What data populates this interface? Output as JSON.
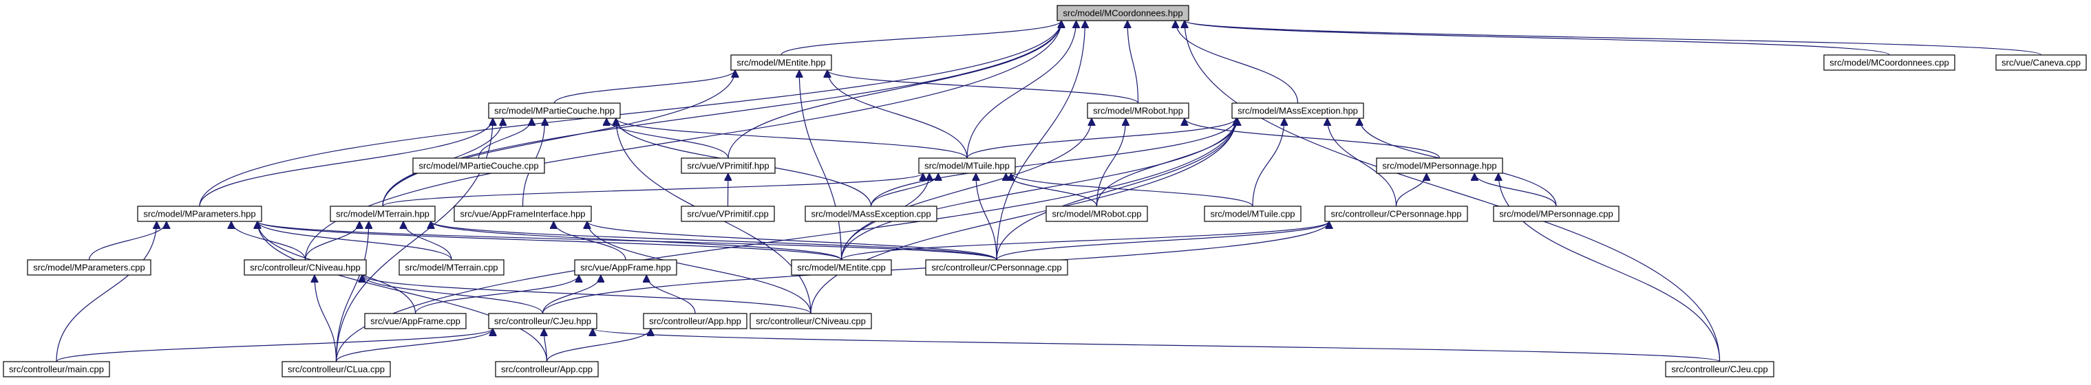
{
  "diagram": {
    "nodes": [
      {
        "id": "mcoord_hpp",
        "label": "src/model/MCoordonnees.hpp",
        "root": true
      },
      {
        "id": "mentite_hpp",
        "label": "src/model/MEntite.hpp"
      },
      {
        "id": "mcoord_cpp",
        "label": "src/model/MCoordonnees.cpp"
      },
      {
        "id": "caneva_cpp",
        "label": "src/vue/Caneva.cpp"
      },
      {
        "id": "mpartie_hpp",
        "label": "src/model/MPartieCouche.hpp"
      },
      {
        "id": "mrobot_hpp",
        "label": "src/model/MRobot.hpp"
      },
      {
        "id": "mass_hpp",
        "label": "src/model/MAssException.hpp"
      },
      {
        "id": "mpartie_cpp",
        "label": "src/model/MPartieCouche.cpp"
      },
      {
        "id": "vprim_hpp",
        "label": "src/vue/VPrimitif.hpp"
      },
      {
        "id": "mtuile_hpp",
        "label": "src/model/MTuile.hpp"
      },
      {
        "id": "mperso_hpp",
        "label": "src/model/MPersonnage.hpp"
      },
      {
        "id": "vprim_cpp",
        "label": "src/vue/VPrimitif.cpp"
      },
      {
        "id": "mparam_hpp",
        "label": "src/model/MParameters.hpp"
      },
      {
        "id": "mterrain_hpp",
        "label": "src/model/MTerrain.hpp"
      },
      {
        "id": "appfi_hpp",
        "label": "src/vue/AppFrameInterface.hpp"
      },
      {
        "id": "mass_cpp",
        "label": "src/model/MAssException.cpp"
      },
      {
        "id": "mrobot_cpp",
        "label": "src/model/MRobot.cpp"
      },
      {
        "id": "mtuile_cpp",
        "label": "src/model/MTuile.cpp"
      },
      {
        "id": "cperso_hpp",
        "label": "src/controlleur/CPersonnage.hpp"
      },
      {
        "id": "mperso_cpp",
        "label": "src/model/MPersonnage.cpp"
      },
      {
        "id": "mparam_cpp",
        "label": "src/model/MParameters.cpp"
      },
      {
        "id": "cniveau_hpp",
        "label": "src/controlleur/CNiveau.hpp"
      },
      {
        "id": "mterrain_cpp",
        "label": "src/model/MTerrain.cpp"
      },
      {
        "id": "appframe_hpp",
        "label": "src/vue/AppFrame.hpp"
      },
      {
        "id": "mentite_cpp",
        "label": "src/model/MEntite.cpp"
      },
      {
        "id": "cperso_cpp",
        "label": "src/controlleur/CPersonnage.cpp"
      },
      {
        "id": "appframe_cpp",
        "label": "src/vue/AppFrame.cpp"
      },
      {
        "id": "cjeu_hpp",
        "label": "src/controlleur/CJeu.hpp"
      },
      {
        "id": "capp_hpp",
        "label": "src/controlleur/App.hpp"
      },
      {
        "id": "cniveau_cpp",
        "label": "src/controlleur/CNiveau.cpp"
      },
      {
        "id": "main_cpp",
        "label": "src/controlleur/main.cpp"
      },
      {
        "id": "clua_cpp",
        "label": "src/controlleur/CLua.cpp"
      },
      {
        "id": "capp_cpp",
        "label": "src/controlleur/App.cpp"
      },
      {
        "id": "cjeu_cpp",
        "label": "src/controlleur/CJeu.cpp"
      }
    ],
    "edges": [
      [
        "mentite_hpp",
        "mcoord_hpp"
      ],
      [
        "mcoord_cpp",
        "mcoord_hpp"
      ],
      [
        "caneva_cpp",
        "mcoord_hpp"
      ],
      [
        "mrobot_hpp",
        "mcoord_hpp"
      ],
      [
        "mass_hpp",
        "mcoord_hpp"
      ],
      [
        "vprim_hpp",
        "mcoord_hpp"
      ],
      [
        "mtuile_hpp",
        "mcoord_hpp"
      ],
      [
        "mparam_hpp",
        "mcoord_hpp"
      ],
      [
        "mterrain_hpp",
        "mcoord_hpp"
      ],
      [
        "cperso_cpp",
        "mcoord_hpp"
      ],
      [
        "cjeu_cpp",
        "mcoord_hpp"
      ],
      [
        "cniveau_hpp",
        "mcoord_hpp"
      ],
      [
        "mpartie_hpp",
        "mentite_hpp"
      ],
      [
        "mrobot_hpp",
        "mentite_hpp"
      ],
      [
        "mtuile_hpp",
        "mentite_hpp"
      ],
      [
        "mentite_cpp",
        "mentite_hpp"
      ],
      [
        "mterrain_hpp",
        "mentite_hpp"
      ],
      [
        "mpartie_cpp",
        "mpartie_hpp"
      ],
      [
        "vprim_hpp",
        "mpartie_hpp"
      ],
      [
        "mtuile_hpp",
        "mpartie_hpp"
      ],
      [
        "mparam_hpp",
        "mpartie_hpp"
      ],
      [
        "mterrain_hpp",
        "mpartie_hpp"
      ],
      [
        "appfi_hpp",
        "mpartie_hpp"
      ],
      [
        "mass_cpp",
        "mpartie_hpp"
      ],
      [
        "cniveau_cpp",
        "mpartie_hpp"
      ],
      [
        "clua_cpp",
        "mpartie_hpp"
      ],
      [
        "mrobot_cpp",
        "mrobot_hpp"
      ],
      [
        "mperso_hpp",
        "mrobot_hpp"
      ],
      [
        "mentite_cpp",
        "mrobot_hpp"
      ],
      [
        "mtuile_hpp",
        "mass_hpp"
      ],
      [
        "mass_cpp",
        "mass_hpp"
      ],
      [
        "mrobot_cpp",
        "mass_hpp"
      ],
      [
        "mtuile_cpp",
        "mass_hpp"
      ],
      [
        "cperso_hpp",
        "mass_hpp"
      ],
      [
        "mperso_cpp",
        "mass_hpp"
      ],
      [
        "cperso_cpp",
        "mass_hpp"
      ],
      [
        "cniveau_cpp",
        "mass_hpp"
      ],
      [
        "clua_cpp",
        "mass_hpp"
      ],
      [
        "mentite_cpp",
        "mass_hpp"
      ],
      [
        "vprim_cpp",
        "vprim_hpp"
      ],
      [
        "mterrain_hpp",
        "mtuile_hpp"
      ],
      [
        "mass_cpp",
        "mtuile_hpp"
      ],
      [
        "mrobot_cpp",
        "mtuile_hpp"
      ],
      [
        "mtuile_cpp",
        "mtuile_hpp"
      ],
      [
        "mentite_cpp",
        "mtuile_hpp"
      ],
      [
        "cperso_cpp",
        "mtuile_hpp"
      ],
      [
        "cperso_hpp",
        "mperso_hpp"
      ],
      [
        "mperso_cpp",
        "mperso_hpp"
      ],
      [
        "cjeu_cpp",
        "mperso_hpp"
      ],
      [
        "mparam_cpp",
        "mparam_hpp"
      ],
      [
        "cniveau_hpp",
        "mparam_hpp"
      ],
      [
        "mterrain_cpp",
        "mparam_hpp"
      ],
      [
        "mentite_cpp",
        "mparam_hpp"
      ],
      [
        "cperso_cpp",
        "mparam_hpp"
      ],
      [
        "appframe_cpp",
        "mparam_hpp"
      ],
      [
        "capp_cpp",
        "mparam_hpp"
      ],
      [
        "main_cpp",
        "mparam_hpp"
      ],
      [
        "cniveau_hpp",
        "mterrain_hpp"
      ],
      [
        "mterrain_cpp",
        "mterrain_hpp"
      ],
      [
        "mentite_cpp",
        "mterrain_hpp"
      ],
      [
        "cperso_cpp",
        "mterrain_hpp"
      ],
      [
        "clua_cpp",
        "mterrain_hpp"
      ],
      [
        "appframe_hpp",
        "appfi_hpp"
      ],
      [
        "cniveau_cpp",
        "appfi_hpp"
      ],
      [
        "cperso_cpp",
        "appfi_hpp"
      ],
      [
        "cperso_cpp",
        "cperso_hpp"
      ],
      [
        "cjeu_hpp",
        "cperso_hpp"
      ],
      [
        "mentite_cpp",
        "cperso_hpp"
      ],
      [
        "cjeu_hpp",
        "cniveau_hpp"
      ],
      [
        "clua_cpp",
        "cniveau_hpp"
      ],
      [
        "cniveau_cpp",
        "cniveau_hpp"
      ],
      [
        "appframe_cpp",
        "appframe_hpp"
      ],
      [
        "cjeu_hpp",
        "appframe_hpp"
      ],
      [
        "capp_hpp",
        "appframe_hpp"
      ],
      [
        "main_cpp",
        "cjeu_hpp"
      ],
      [
        "clua_cpp",
        "cjeu_hpp"
      ],
      [
        "capp_cpp",
        "cjeu_hpp"
      ],
      [
        "cjeu_cpp",
        "cjeu_hpp"
      ],
      [
        "capp_cpp",
        "capp_hpp"
      ]
    ]
  }
}
